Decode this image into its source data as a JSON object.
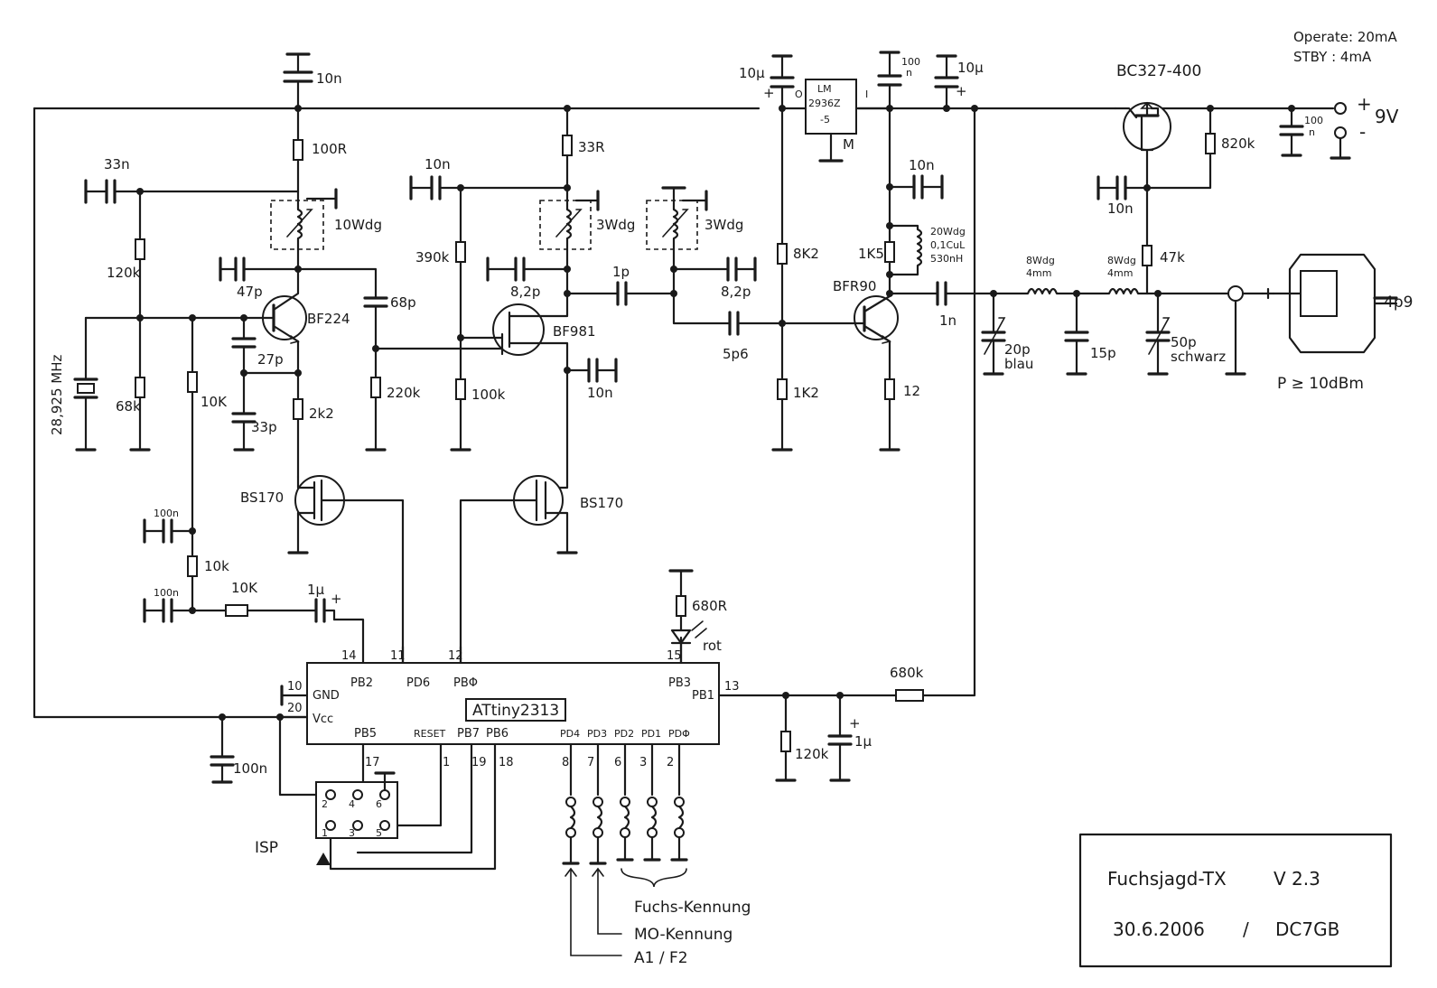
{
  "header": {
    "current": "Operate: 20mA",
    "standby": "STBY : 4mA"
  },
  "supply": {
    "transistor": "BC327-400",
    "plus": "+",
    "voltage": "9V",
    "minus": "-",
    "res_base": "820k",
    "res_mid": "47k",
    "cap_decouple": "10n",
    "cap_filter_a": "100",
    "cap_filter_b": "n"
  },
  "regulator": {
    "name_line1": "LM",
    "name_line2": "2936Z",
    "name_line3": "-5",
    "pin_in": "I",
    "pin_out": "O",
    "pin_gnd": "M",
    "cap_out": "10µ",
    "cap_out_plus": "+",
    "cap_in_a": "100",
    "cap_in_b": "n",
    "cap_bulk": "10µ",
    "cap_bulk_plus": "+"
  },
  "oscillator": {
    "crystal": "28,925 MHz",
    "transistor": "BF224",
    "c_top": "10n",
    "r_collector": "100R",
    "c_left": "33n",
    "coil": "10Wdg",
    "r_bias_top": "120k",
    "r_bias_bot": "68k",
    "c_47p": "47p",
    "c_27p": "27p",
    "c_33p": "33p",
    "r_emitter": "2k2",
    "r_10k_a": "10K",
    "c_coupling": "68p",
    "r_220k": "220k",
    "switch": "BS170"
  },
  "mixer": {
    "transistor": "BF981",
    "r_drain": "33R",
    "c_top": "10n",
    "r_390k": "390k",
    "r_100k": "100k",
    "coil_a": "3Wdg",
    "coil_b": "3Wdg",
    "c_82p_a": "8,2p",
    "c_82p_b": "8,2p",
    "c_1p": "1p",
    "c_5p6": "5p6",
    "c_gate2": "10n",
    "switch": "BS170"
  },
  "amplifier": {
    "transistor": "BFR90",
    "r_8k2": "8K2",
    "r_1k2": "1K2",
    "r_1k5": "1K5",
    "c_10n": "10n",
    "coil_a": "20Wdg",
    "coil_b": "0,1CuL",
    "coil_c": "530nH",
    "r_emitter": "12",
    "c_1n": "1n"
  },
  "output_filter": {
    "coil1_a": "8Wdg",
    "coil1_b": "4mm",
    "coil2_a": "8Wdg",
    "coil2_b": "4mm",
    "trim1_a": "20p",
    "trim1_b": "blau",
    "cap_15p": "15p",
    "trim2_a": "50p",
    "trim2_b": "schwarz",
    "antenna_cap": "4p9",
    "power": "P ≥ 10dBm"
  },
  "mcu": {
    "name": "ATtiny2313",
    "pins_top": [
      {
        "num": "14",
        "label": "PB2"
      },
      {
        "num": "11",
        "label": "PD6"
      },
      {
        "num": "12",
        "label": "PBΦ"
      },
      {
        "num": "15",
        "label": "PB3"
      }
    ],
    "pin_gnd_num": "10",
    "pin_gnd_label": "GND",
    "pin_vcc_num": "20",
    "pin_vcc_label": "Vcc",
    "pin_pb1_num": "13",
    "pin_pb1_label": "PB1",
    "pins_bottom": [
      {
        "num": "17",
        "label": "PB5"
      },
      {
        "num": "1",
        "label": "RESET"
      },
      {
        "num": "19",
        "label": "PB7"
      },
      {
        "num": "18",
        "label": "PB6"
      },
      {
        "num": "8",
        "label": "PD4"
      },
      {
        "num": "7",
        "label": "PD3"
      },
      {
        "num": "6",
        "label": "PD2"
      },
      {
        "num": "3",
        "label": "PD1"
      },
      {
        "num": "2",
        "label": "PDΦ"
      }
    ]
  },
  "modulation": {
    "c_100n_a": "100n",
    "r_10k_b": "10k",
    "c_100n_b": "100n",
    "r_10k_c": "10K",
    "c_1u": "1µ",
    "c_1u_plus": "+",
    "led_r": "680R",
    "led": "rot",
    "c_vcc": "100n"
  },
  "battery_sense": {
    "r_680k": "680k",
    "r_120k": "120k",
    "c_1u": "1µ",
    "c_plus": "+"
  },
  "isp": {
    "label": "ISP",
    "pins": [
      "2",
      "4",
      "6",
      "1",
      "3",
      "5"
    ]
  },
  "jumpers": {
    "fuchs": "Fuchs-Kennung",
    "mo": "MO-Kennung",
    "mode": "A1 / F2"
  },
  "title_block": {
    "title": "Fuchsjagd-TX",
    "version": "V 2.3",
    "date": "30.6.2006",
    "separator": "/",
    "author": "DC7GB"
  }
}
